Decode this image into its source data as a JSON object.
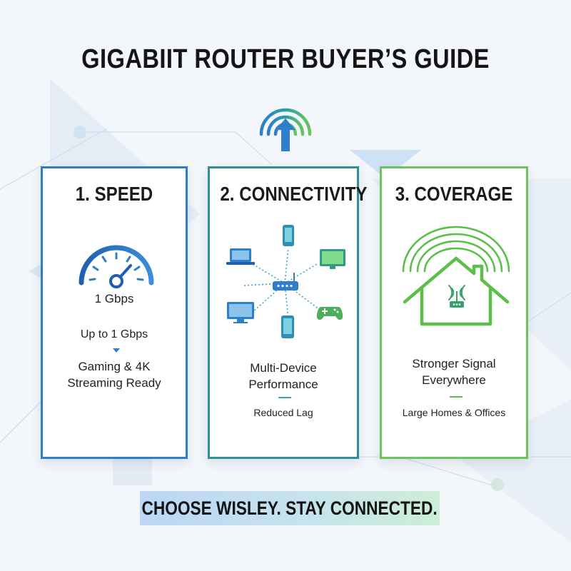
{
  "title": "GIGABIIT ROUTER BUYER’S GUIDE",
  "cards": [
    {
      "heading": "1. SPEED",
      "gauge_value": "1 Gbps",
      "line": "Up to 1 Gbps",
      "description_1": "Gaming & 4K",
      "description_2": "Streaming Ready",
      "accent": "#2f7ec9"
    },
    {
      "heading": "2. CONNECTIVITY",
      "description_1": "Multi-Device",
      "description_2": "Performance",
      "subtitle": "Reduced Lag",
      "accent": "#2e8f96"
    },
    {
      "heading": "3. COVERAGE",
      "description_1": "Stronger Signal",
      "description_2": "Everywhere",
      "subtitle": "Large Homes & Offices",
      "accent": "#6cc45c"
    }
  ],
  "banner": "CHOOSE WISLEY. STAY CONNECTED.",
  "icons": [
    "wifi-upload-icon",
    "speedometer-icon",
    "device-network-icon",
    "house-wifi-icon"
  ],
  "colors": {
    "blue": "#2f7ec9",
    "teal": "#2e8f96",
    "green": "#6cc45c",
    "background": "#f3f6fa"
  }
}
